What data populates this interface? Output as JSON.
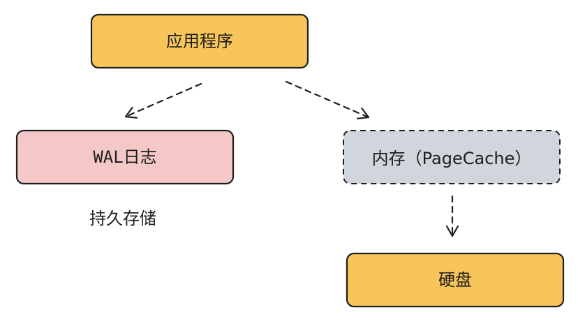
{
  "nodes": {
    "app": {
      "label": "应用程序",
      "fill": "#f8c55a"
    },
    "wal": {
      "label": "WAL日志",
      "fill": "#f5c8c8"
    },
    "memory": {
      "label": "内存（PageCache）",
      "fill": "#d1d5dc"
    },
    "disk": {
      "label": "硬盘",
      "fill": "#f8c55a"
    }
  },
  "annotations": {
    "wal_note": "持久存储"
  },
  "colors": {
    "stroke": "#1e1e1e"
  }
}
